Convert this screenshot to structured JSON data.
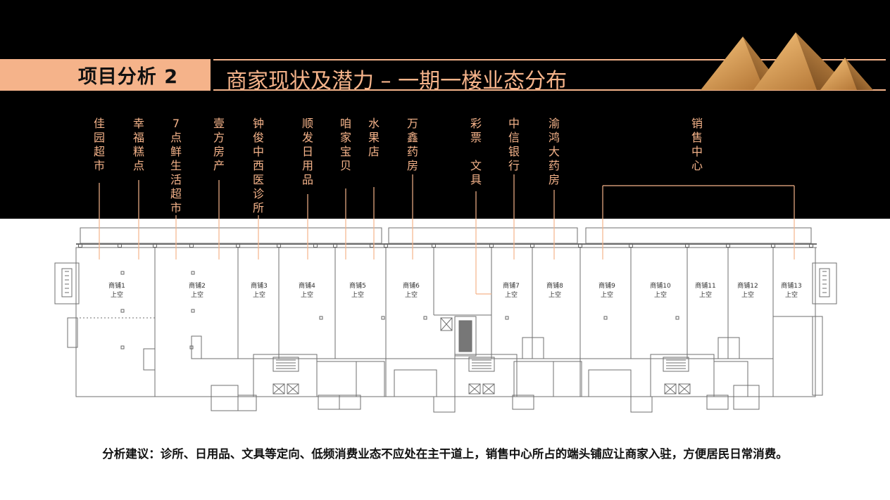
{
  "header": {
    "section": "项目分析 2",
    "title": "商家现状及潜力 – 一期一楼业态分布"
  },
  "colors": {
    "accent": "#f5b38a",
    "band": "#000000",
    "plan_line": "#6f6f6f"
  },
  "decoration": {
    "icon": "pyramid-icon"
  },
  "tenants": [
    "佳园超市",
    "幸福糕点",
    "7点鲜生活超市",
    "壹方房产",
    "钟俊中西医诊所",
    "顺发日用品",
    "咱家宝贝",
    "水果店",
    "万鑫药房",
    "彩票 文具",
    "中信银行",
    "渝鸿大药房",
    "销售中心"
  ],
  "shops": [
    {
      "name": "商铺1",
      "sub": "上空"
    },
    {
      "name": "商铺2",
      "sub": "上空"
    },
    {
      "name": "商铺3",
      "sub": "上空"
    },
    {
      "name": "商铺4",
      "sub": "上空"
    },
    {
      "name": "商铺5",
      "sub": "上空"
    },
    {
      "name": "商铺6",
      "sub": "上空"
    },
    {
      "name": "商铺7",
      "sub": "上空"
    },
    {
      "name": "商铺8",
      "sub": "上空"
    },
    {
      "name": "商铺9",
      "sub": "上空"
    },
    {
      "name": "商铺10",
      "sub": "上空"
    },
    {
      "name": "商铺11",
      "sub": "上空"
    },
    {
      "name": "商铺12",
      "sub": "上空"
    },
    {
      "name": "商铺13",
      "sub": "上空"
    }
  ],
  "footer": {
    "text": "分析建议：诊所、日用品、文具等定向、低频消费业态不应处在主干道上，销售中心所占的端头铺应让商家入驻，方便居民日常消费。"
  }
}
